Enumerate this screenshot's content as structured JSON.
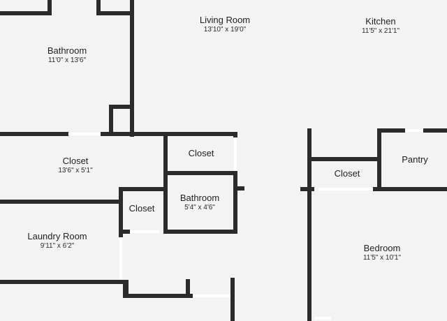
{
  "rooms": {
    "living_room": {
      "name": "Living Room",
      "dims": "13'10\" x 19'0\""
    },
    "kitchen": {
      "name": "Kitchen",
      "dims": "11'5\" x 21'1\""
    },
    "bathroom_main": {
      "name": "Bathroom",
      "dims": "11'0\" x 13'6\""
    },
    "closet_hall": {
      "name": "Closet",
      "dims": "13'6\" x 5'1\""
    },
    "closet_small_upper": {
      "name": "Closet"
    },
    "bathroom_small": {
      "name": "Bathroom",
      "dims": "5'4\" x 4'6\""
    },
    "closet_small_lower": {
      "name": "Closet"
    },
    "laundry_room": {
      "name": "Laundry Room",
      "dims": "9'11\" x 6'2\""
    },
    "closet_right": {
      "name": "Closet"
    },
    "pantry": {
      "name": "Pantry"
    },
    "bedroom": {
      "name": "Bedroom",
      "dims": "11'5\" x 10'1\""
    }
  },
  "colors": {
    "background": "#f3f3f3",
    "wall": "#2b2b2b",
    "opening": "#ffffff",
    "text": "#1f1f1f"
  }
}
